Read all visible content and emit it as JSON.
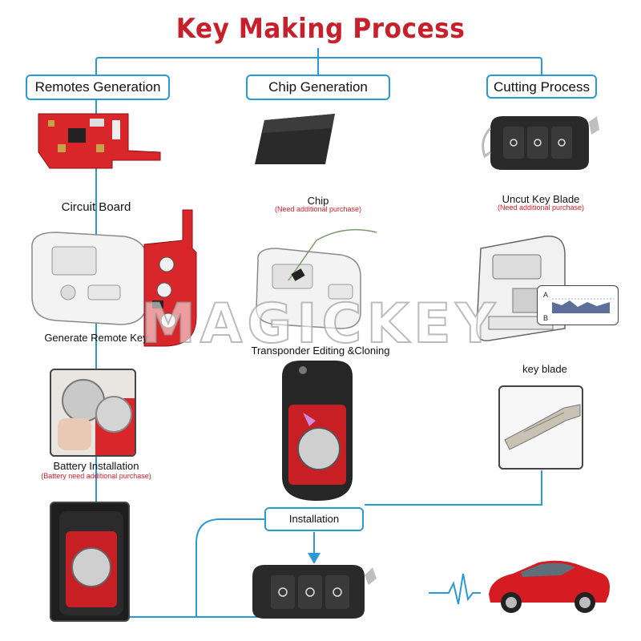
{
  "title": "Key Making Process",
  "columns": {
    "remotes": {
      "label": "Remotes Generation"
    },
    "chip": {
      "label": "Chip Generation"
    },
    "cutting": {
      "label": "Cutting Process"
    }
  },
  "captions": {
    "circuit_board": "Circuit Board",
    "generate_remote": "Generate Remote Key",
    "battery": "Battery Installation",
    "battery_note": "(Battery need additional purchase)",
    "chip": "Chip",
    "chip_note": "(Need additional purchase)",
    "transponder": "Transponder Editing &Cloning",
    "uncut_key": "Uncut Key  Blade",
    "uncut_note": "(Need additional purchase)",
    "key_blade": "key blade",
    "installation": "Installation",
    "slot_a": "A",
    "slot_b": "B"
  },
  "watermark": "MAGICKEY",
  "colors": {
    "title": "#c8202a",
    "connector": "#2a9ad6",
    "note": "#d0202a",
    "pcb": "#d8262b",
    "car": "#d41c22"
  },
  "icons": [
    "circuit-board-icon",
    "chip-icon",
    "flip-key-icon",
    "programmer-device-icon",
    "key-cutting-machine-icon",
    "coin-battery-icon",
    "key-blade-icon",
    "sports-car-icon",
    "heartbeat-icon",
    "down-arrow-icon"
  ]
}
